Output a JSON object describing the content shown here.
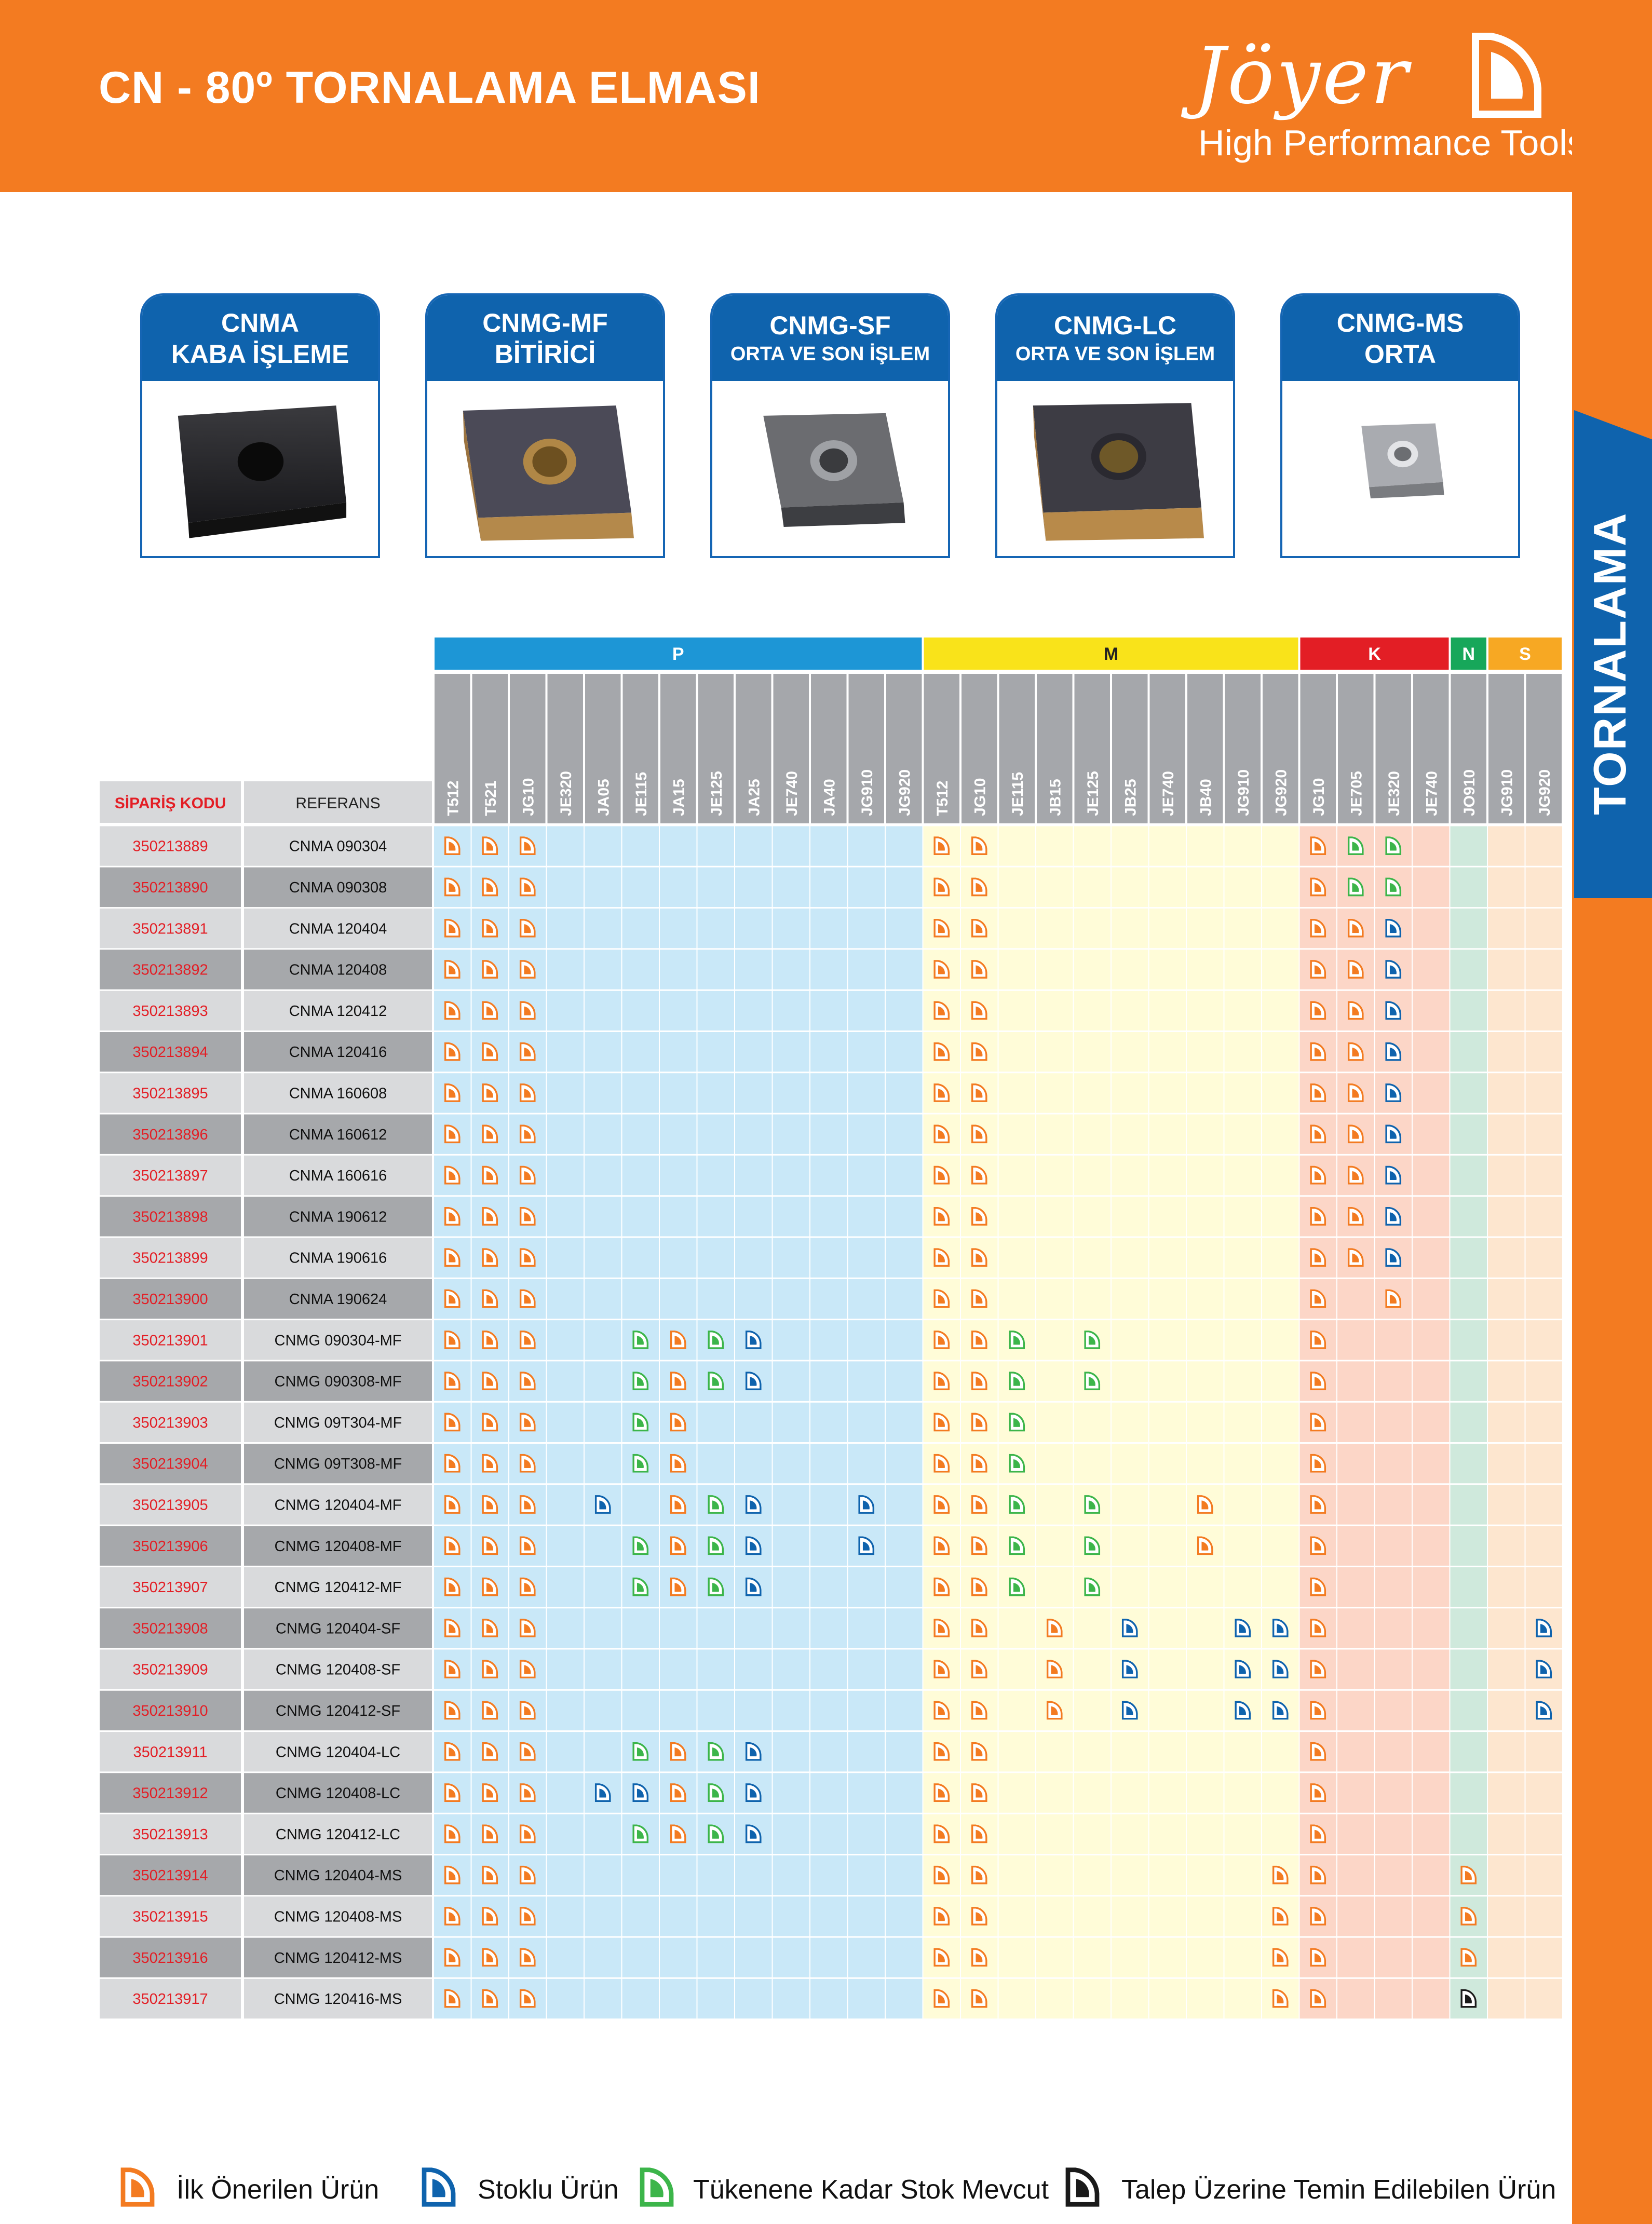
{
  "header": {
    "title": "CN - 80º TORNALAMA ELMASI",
    "brand": "Jöyer",
    "tagline": "High Performance Tools"
  },
  "side_label": "TORNALAMA",
  "colors": {
    "orange": "#f37b21",
    "blue": "#0f63ad",
    "green": "#3cb54a",
    "black": "#1a1a1a",
    "P": "#1d96d6",
    "M": "#f9e31a",
    "K": "#e31e25",
    "N": "#17a75a",
    "S": "#f7a823"
  },
  "cards": [
    {
      "title": "CNMA",
      "sub": "KABA İŞLEME",
      "small": false
    },
    {
      "title": "CNMG-MF",
      "sub": "BİTİRİCİ",
      "small": false
    },
    {
      "title": "CNMG-SF",
      "sub": "ORTA VE SON İŞLEM",
      "small": true
    },
    {
      "title": "CNMG-LC",
      "sub": "ORTA VE SON İŞLEM",
      "small": true
    },
    {
      "title": "CNMG-MS",
      "sub": "ORTA",
      "small": false
    }
  ],
  "table": {
    "col_order_header": "SİPARİŞ KODU",
    "col_ref_header": "REFERANS",
    "groups": [
      {
        "label": "P",
        "grades": [
          "T512",
          "T521",
          "JG10",
          "JE320",
          "JA05",
          "JE115",
          "JA15",
          "JE125",
          "JA25",
          "JE740",
          "JA40",
          "JG910",
          "JG920"
        ]
      },
      {
        "label": "M",
        "grades": [
          "T512",
          "JG10",
          "JE115",
          "JB15",
          "JE125",
          "JB25",
          "JE740",
          "JB40",
          "JG910",
          "JG920"
        ]
      },
      {
        "label": "K",
        "grades": [
          "JG10",
          "JE705",
          "JE320",
          "JE740"
        ]
      },
      {
        "label": "N",
        "grades": [
          "JO910"
        ]
      },
      {
        "label": "S",
        "grades": [
          "JG910",
          "JG920"
        ]
      }
    ],
    "rows": [
      {
        "code": "350213889",
        "ref": "CNMA 090304",
        "marks": "ooo..........oo........oggd....."
      },
      {
        "code": "350213890",
        "ref": "CNMA 090308",
        "marks": "ooo..........oo........ogg......"
      },
      {
        "code": "350213891",
        "ref": "CNMA 120404",
        "marks": "ooo..........oo........oob......"
      },
      {
        "code": "350213892",
        "ref": "CNMA 120408",
        "marks": "ooo..........oo........oob......"
      },
      {
        "code": "350213893",
        "ref": "CNMA 120412",
        "marks": "ooo..........oo........oob......"
      },
      {
        "code": "350213894",
        "ref": "CNMA 120416",
        "marks": "ooo..........oo........oob......"
      },
      {
        "code": "350213895",
        "ref": "CNMA 160608",
        "marks": "ooo..........oo........oob......"
      },
      {
        "code": "350213896",
        "ref": "CNMA 160612",
        "marks": "ooo..........oo........oob......"
      },
      {
        "code": "350213897",
        "ref": "CNMA 160616",
        "marks": "ooo..........oo........oob......"
      },
      {
        "code": "350213898",
        "ref": "CNMA 190612",
        "marks": "ooo..........oo........oob......"
      },
      {
        "code": "350213899",
        "ref": "CNMA 190616",
        "marks": "ooo..........oo........oob......"
      },
      {
        "code": "350213900",
        "ref": "CNMA 190624",
        "marks": "ooo..........oo........o.o......"
      },
      {
        "code": "350213901",
        "ref": "CNMG 090304-MF",
        "marks": "ooo..gogb....oog.g.....o........"
      },
      {
        "code": "350213902",
        "ref": "CNMG 090308-MF",
        "marks": "ooo..gogb....oog.g.....o........"
      },
      {
        "code": "350213903",
        "ref": "CNMG 09T304-MF",
        "marks": "ooo..go......oog.......o........"
      },
      {
        "code": "350213904",
        "ref": "CNMG 09T308-MF",
        "marks": "ooo..go......oog.......o........"
      },
      {
        "code": "350213905",
        "ref": "CNMG 120404-MF",
        "marks": "ooo.b.ogb..b.oog.g..o..o........"
      },
      {
        "code": "350213906",
        "ref": "CNMG 120408-MF",
        "marks": "ooo..gogb..b.oog.g..o..o........"
      },
      {
        "code": "350213907",
        "ref": "CNMG 120412-MF",
        "marks": "ooo..gogb....oog.g.....o........"
      },
      {
        "code": "350213908",
        "ref": "CNMG 120404-SF",
        "marks": "ooo..........oo.o.b..bbo.....bo."
      },
      {
        "code": "350213909",
        "ref": "CNMG 120408-SF",
        "marks": "ooo..........oo.o.b..bbo.....bo."
      },
      {
        "code": "350213910",
        "ref": "CNMG 120412-SF",
        "marks": "ooo..........oo.o.b..bbo.....bo."
      },
      {
        "code": "350213911",
        "ref": "CNMG 120404-LC",
        "marks": "ooo..gogb....oo........o........"
      },
      {
        "code": "350213912",
        "ref": "CNMG 120408-LC",
        "marks": "ooo.bbogb....oo........o........"
      },
      {
        "code": "350213913",
        "ref": "CNMG 120412-LC",
        "marks": "ooo..gogb....oo........o........"
      },
      {
        "code": "350213914",
        "ref": "CNMG 120404-MS",
        "marks": "ooo..........oo.......oo...o..o."
      },
      {
        "code": "350213915",
        "ref": "CNMG 120408-MS",
        "marks": "ooo..........oo.......oo...o..o."
      },
      {
        "code": "350213916",
        "ref": "CNMG 120412-MS",
        "marks": "ooo..........oo.......oo...o..o."
      },
      {
        "code": "350213917",
        "ref": "CNMG 120416-MS",
        "marks": "ooo..........oo.......oo...k..o."
      }
    ]
  },
  "legend": [
    {
      "icon": "orange-insert-icon",
      "label": "İlk Önerilen Ürün"
    },
    {
      "icon": "blue-insert-icon",
      "label": "Stoklu Ürün"
    },
    {
      "icon": "green-insert-icon",
      "label": "Tükenene Kadar Stok Mevcut"
    },
    {
      "icon": "black-insert-icon",
      "label": "Talep Üzerine Temin Edilebilen Ürün"
    }
  ]
}
